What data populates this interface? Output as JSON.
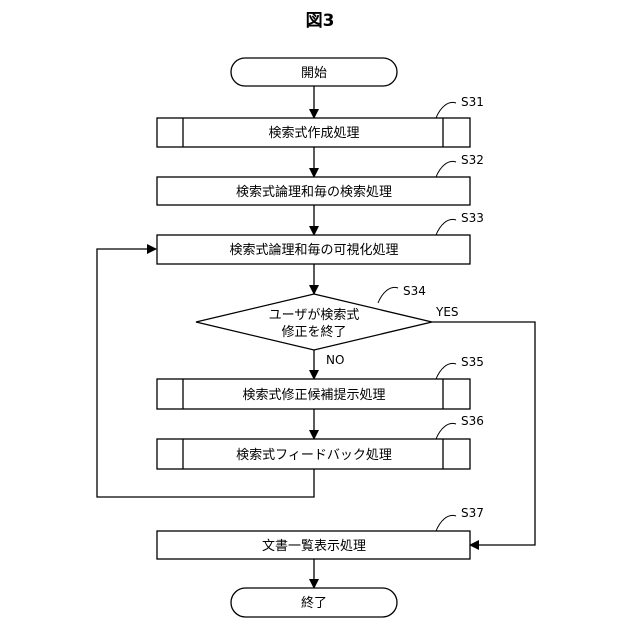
{
  "figure": {
    "title": "図3"
  },
  "nodes": {
    "start": {
      "label": "開始"
    },
    "s31": {
      "step": "S31",
      "label": "検索式作成処理"
    },
    "s32": {
      "step": "S32",
      "label": "検索式論理和毎の検索処理"
    },
    "s33": {
      "step": "S33",
      "label": "検索式論理和毎の可視化処理"
    },
    "s34": {
      "step": "S34",
      "line1": "ユーザが検索式",
      "line2": "修正を終了"
    },
    "s35": {
      "step": "S35",
      "label": "検索式修正候補提示処理"
    },
    "s36": {
      "step": "S36",
      "label": "検索式フィードバック処理"
    },
    "s37": {
      "step": "S37",
      "label": "文書一覧表示処理"
    },
    "end": {
      "label": "終了"
    }
  },
  "branches": {
    "yes": "YES",
    "no": "NO"
  }
}
